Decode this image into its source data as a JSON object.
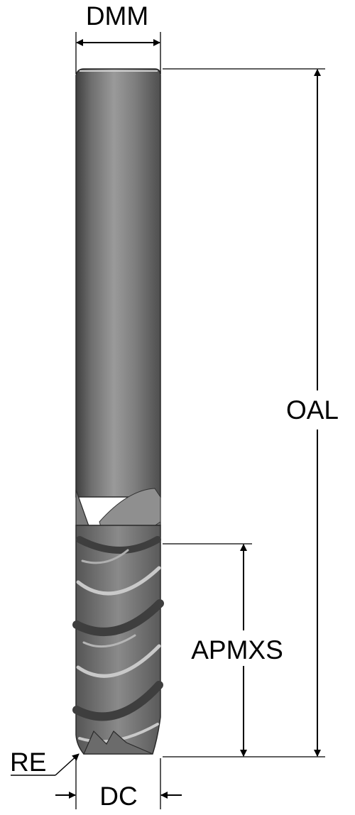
{
  "labels": {
    "shank_diameter": "DMM",
    "overall_length": "OAL",
    "cutting_length": "APMXS",
    "corner_radius": "RE",
    "cutting_diameter": "DC"
  },
  "colors": {
    "line": "#000000",
    "tool_dark": "#4a4a4a",
    "tool_mid": "#8c8c8c",
    "tool_light": "#d0d0d0",
    "background": "#ffffff"
  },
  "icons": {
    "arrowhead": "filled-triangle-arrowhead"
  }
}
